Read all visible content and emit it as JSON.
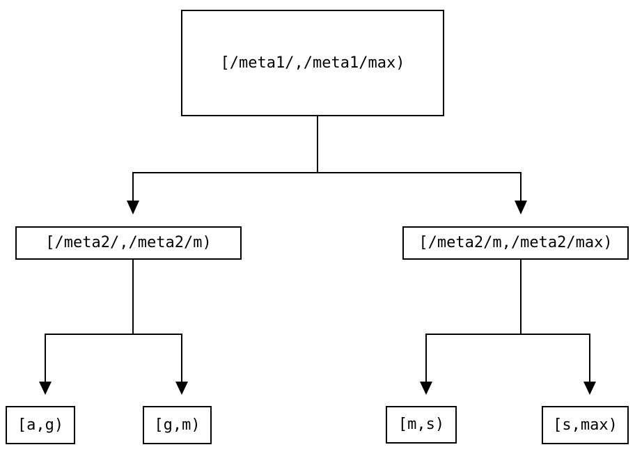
{
  "diagram": {
    "type": "tree",
    "colors": {
      "background": "#ffffff",
      "box_border": "#000000",
      "line": "#000000",
      "text": "#000000"
    },
    "nodes": {
      "root": {
        "label": "[/meta1/,/meta1/max)"
      },
      "left": {
        "label": "[/meta2/,/meta2/m)"
      },
      "right": {
        "label": "[/meta2/m,/meta2/max)"
      },
      "leaf_ag": {
        "label": "[a,g)"
      },
      "leaf_gm": {
        "label": "[g,m)"
      },
      "leaf_ms": {
        "label": "[m,s)"
      },
      "leaf_smax": {
        "label": "[s,max)"
      }
    },
    "edges": [
      {
        "from": "root",
        "to": "left"
      },
      {
        "from": "root",
        "to": "right"
      },
      {
        "from": "left",
        "to": "leaf_ag"
      },
      {
        "from": "left",
        "to": "leaf_gm"
      },
      {
        "from": "right",
        "to": "leaf_ms"
      },
      {
        "from": "right",
        "to": "leaf_smax"
      }
    ]
  }
}
